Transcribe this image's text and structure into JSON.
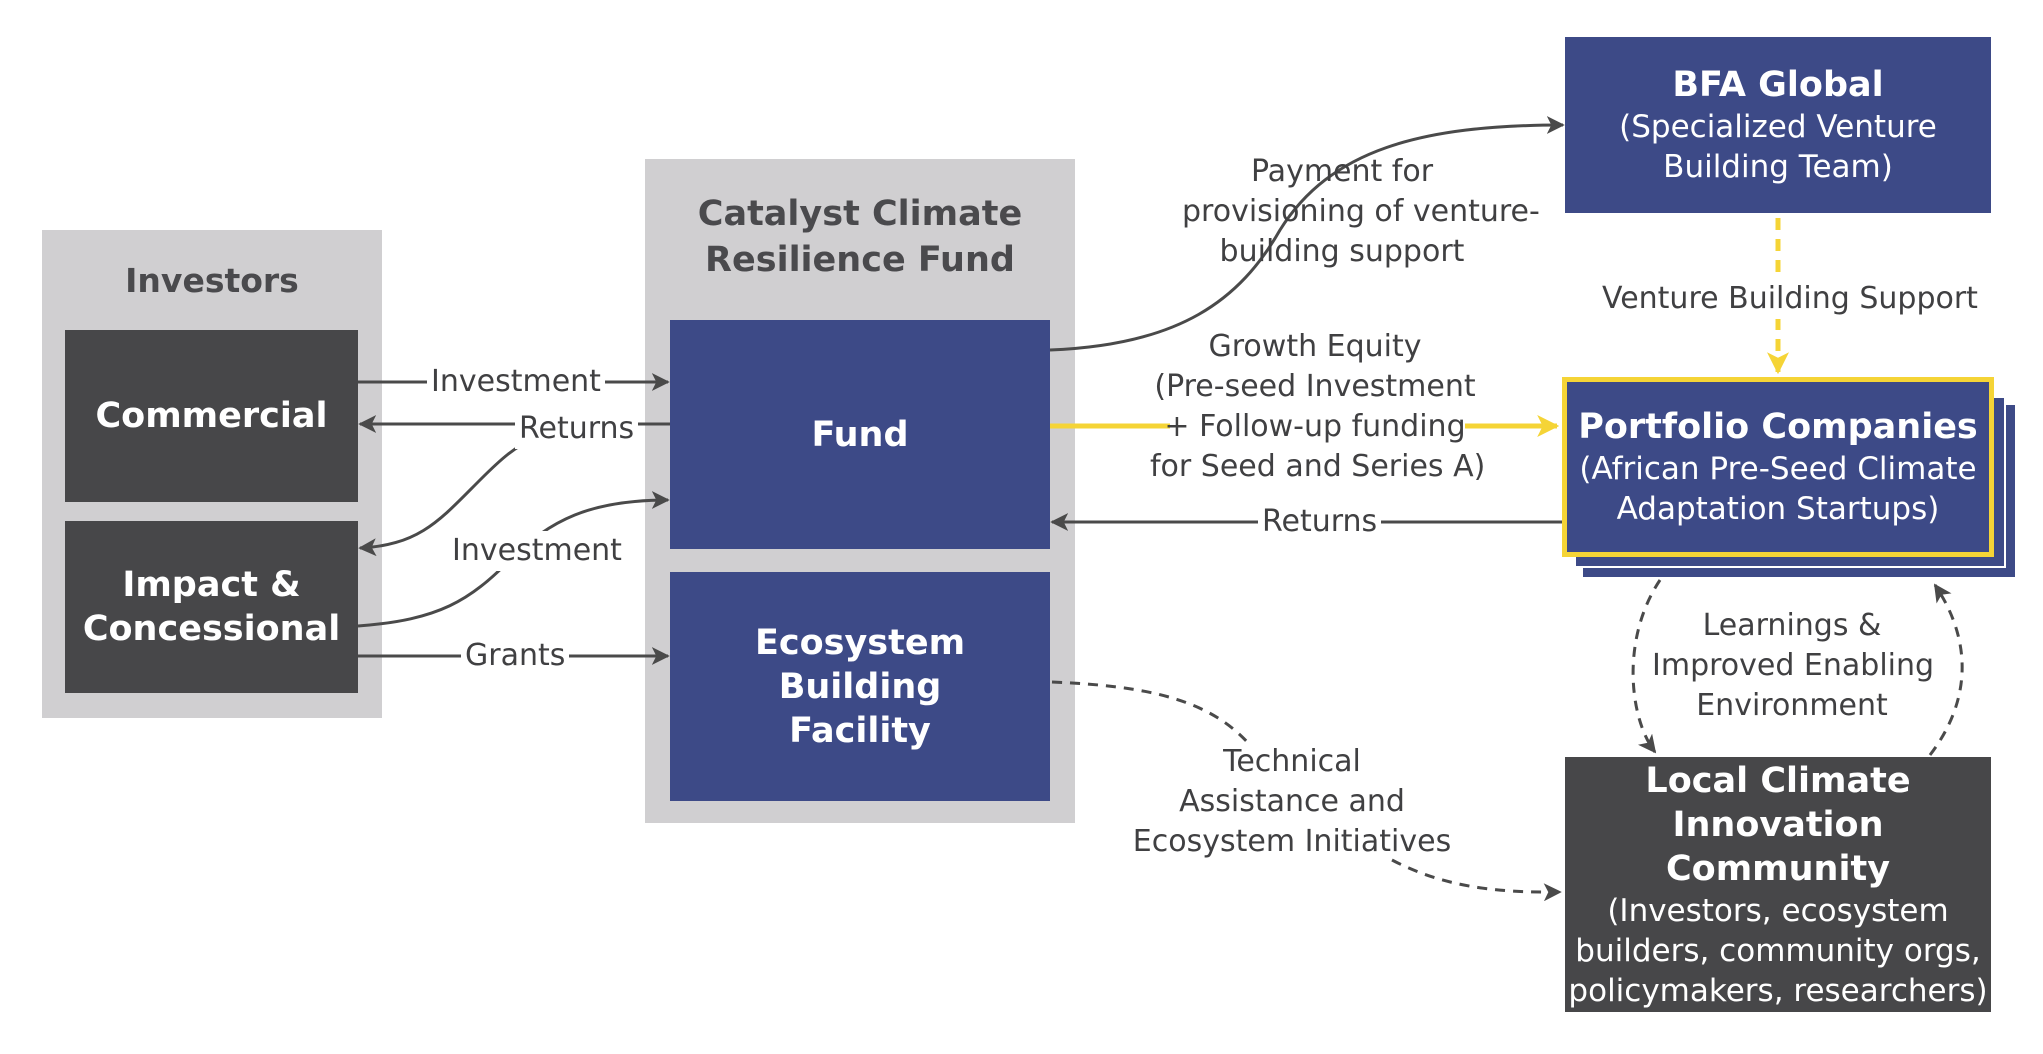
{
  "investors": {
    "title": "Investors",
    "commercial": "Commercial",
    "impact_line1": "Impact &",
    "impact_line2": "Concessional"
  },
  "fund_group": {
    "title_line1": "Catalyst Climate",
    "title_line2": "Resilience Fund",
    "fund": "Fund",
    "ebf_line1": "Ecosystem Building",
    "ebf_line2": "Facility"
  },
  "bfa": {
    "title": "BFA Global",
    "subtitle_line1": "(Specialized Venture",
    "subtitle_line2": "Building Team)"
  },
  "portfolio": {
    "title": "Portfolio Companies",
    "subtitle_line1": "(African Pre-Seed Climate",
    "subtitle_line2": "Adaptation Startups)"
  },
  "community": {
    "title_line1": "Local Climate",
    "title_line2": "Innovation Community",
    "subtitle_line1": "(Investors, ecosystem",
    "subtitle_line2": "builders, community orgs,",
    "subtitle_line3": "policymakers, researchers)"
  },
  "flows": {
    "investment_commercial": "Investment",
    "returns_commercial": "Returns",
    "investment_impact": "Investment",
    "grants": "Grants",
    "payment_line1": "Payment for",
    "payment_line2": "provisioning of venture-",
    "payment_line3": "building support",
    "venture_support": "Venture Building Support",
    "growth_line1": "Growth Equity",
    "growth_line2": "(Pre-seed Investment",
    "growth_line3": "+ Follow-up funding",
    "growth_line4": "for Seed and Series A)",
    "returns_portfolio": "Returns",
    "learnings_line1": "Learnings &",
    "learnings_line2": "Improved Enabling",
    "learnings_line3": "Environment",
    "ta_line1": "Technical",
    "ta_line2": "Assistance and",
    "ta_line3": "Ecosystem Initiatives"
  },
  "colors": {
    "navy": "#3d4a87",
    "charcoal": "#474749",
    "panel": "#d0cfd1",
    "highlight": "#f5d436",
    "arrow": "#4a4a4a"
  }
}
